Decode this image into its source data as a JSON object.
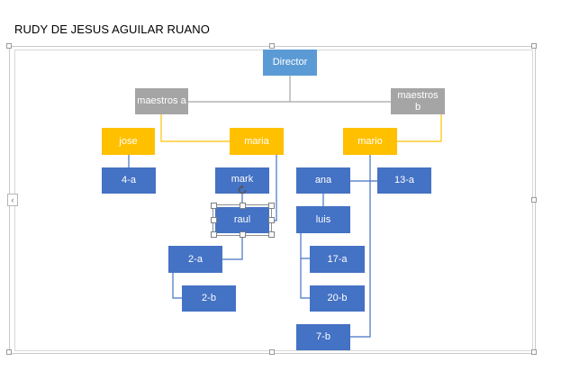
{
  "document": {
    "title": "RUDY DE JESUS AGUILAR RUANO"
  },
  "colors": {
    "blue": "#4472c4",
    "light_blue": "#5b9bd5",
    "gray": "#a5a5a5",
    "gold": "#ffc000"
  },
  "nodes": {
    "director": "Director",
    "maestros_a": "maestros a",
    "maestros_b": "maestros b",
    "jose": "jose",
    "maria": "maria",
    "mario": "mario",
    "a4": "4-a",
    "mark": "mark",
    "raul": "raul",
    "a2": "2-a",
    "b2": "2-b",
    "ana": "ana",
    "a13": "13-a",
    "luis": "luis",
    "a17": "17-a",
    "b20": "20-b",
    "b7": "7-b"
  },
  "icons": {
    "rotate": "rotate-handle-icon",
    "collapse": "chevron-left-icon"
  }
}
